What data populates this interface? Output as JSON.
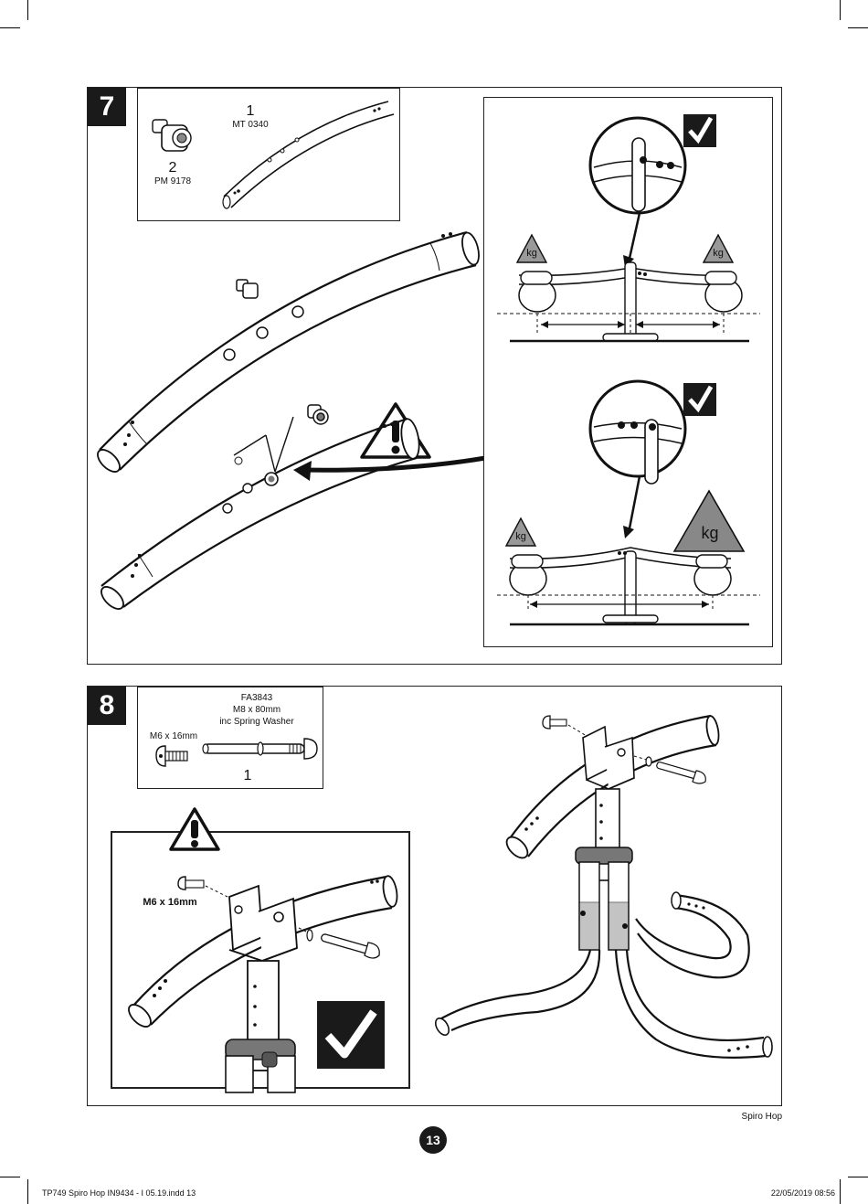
{
  "page": {
    "brand": "Spiro Hop",
    "page_number": "13"
  },
  "footer": {
    "file_label": "TP749 Spiro Hop IN9434 - I 05.19.indd   13",
    "datetime": "22/05/2019   08:56"
  },
  "step7": {
    "number": "7",
    "parts": [
      {
        "qty": "1",
        "code": "MT 0340"
      },
      {
        "qty": "2",
        "code": "PM 9178"
      }
    ],
    "weight_label": "kg",
    "icons": [
      "warning-icon",
      "check-icon",
      "check-icon"
    ]
  },
  "step8": {
    "number": "8",
    "bolt_code": "FA3843",
    "bolt_size": "M8 x 80mm",
    "bolt_note": "inc Spring Washer",
    "bolt_qty": "1",
    "screw_label": "M6 x 16mm",
    "callout_label": "M6 x 16mm",
    "icons": [
      "warning-icon",
      "check-icon"
    ]
  }
}
